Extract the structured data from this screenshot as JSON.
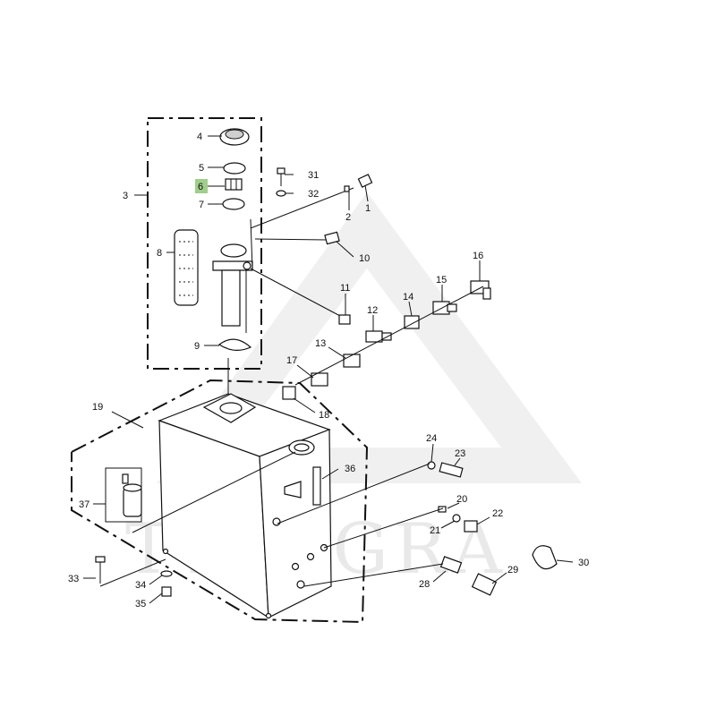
{
  "watermark": {
    "text": "TYTAGRA"
  },
  "highlight_color": "#9fcf8a",
  "callouts": {
    "c1": "1",
    "c2": "2",
    "c3": "3",
    "c4": "4",
    "c5": "5",
    "c6": "6",
    "c7": "7",
    "c8": "8",
    "c9": "9",
    "c10": "10",
    "c11": "11",
    "c12": "12",
    "c13": "13",
    "c14": "14",
    "c15": "15",
    "c16": "16",
    "c17": "17",
    "c18": "18",
    "c19": "19",
    "c20": "20",
    "c21": "21",
    "c22": "22",
    "c23": "23",
    "c24": "24",
    "c28": "28",
    "c29": "29",
    "c30": "30",
    "c31": "31",
    "c32": "32",
    "c33": "33",
    "c34": "34",
    "c35": "35",
    "c36": "36",
    "c37": "37"
  }
}
